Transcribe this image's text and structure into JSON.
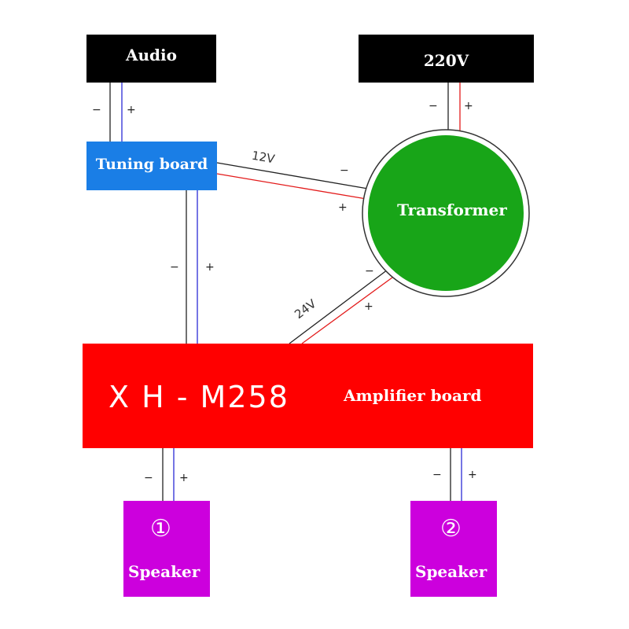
{
  "colors": {
    "black_box": "#000000",
    "tuning_board": "#1a7ee6",
    "transformer": "#18a518",
    "amplifier": "#ff0000",
    "speaker": "#cc00dd",
    "wire_negative": "#222222",
    "wire_positive_red": "#e31b1b",
    "wire_positive_blue": "#2b2bd6"
  },
  "audio": {
    "label": "Audio"
  },
  "power": {
    "label": "220V"
  },
  "tuning_board": {
    "label": "Tuning board"
  },
  "transformer": {
    "label": "Transformer"
  },
  "amplifier": {
    "model": "X H - M258",
    "label": "Amplifier board"
  },
  "speakers": [
    {
      "number": "①",
      "label": "Speaker"
    },
    {
      "number": "②",
      "label": "Speaker"
    }
  ],
  "voltages": {
    "low": "12V",
    "high": "24V"
  },
  "signs": {
    "negative": "−",
    "positive": "+"
  }
}
